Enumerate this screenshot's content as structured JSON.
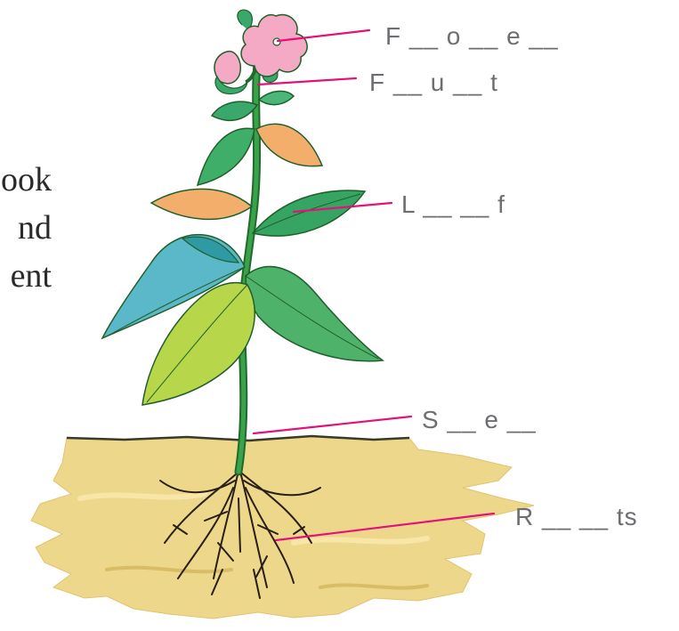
{
  "side_text": [
    "ook",
    "nd",
    "ent"
  ],
  "labels": {
    "flower": "F __ o __ e __",
    "fruit": "F __ u __ t",
    "leaf": "L __ __ f",
    "stem": "S __ e __",
    "roots": "R __ __ ts"
  },
  "colors": {
    "pointer_line": "#e3127a",
    "label_text": "#6d6e71",
    "soil": "#ecd78b",
    "stem": "#2e8a3c",
    "root": "#2a1f14",
    "flower": "#f4a9c4"
  }
}
